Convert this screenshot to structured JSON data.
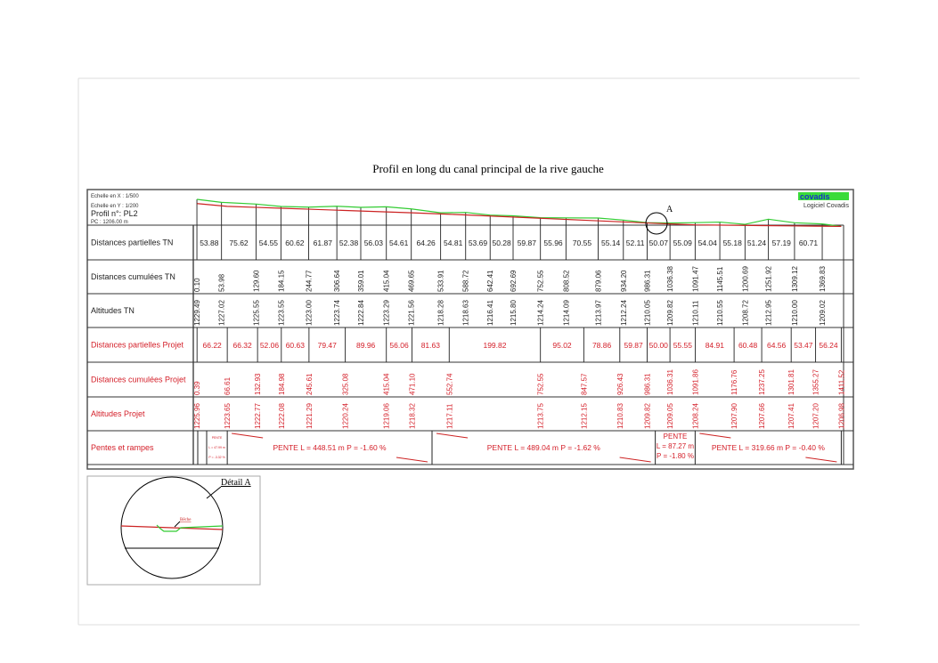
{
  "title": "Profil en long du canal principal de la rive gauche",
  "header": {
    "scale_x": "Echelle en X : 1/500",
    "scale_y": "Echelle en Y : 1/200",
    "profile": "Profil n°: PL2",
    "pc": "PC : 1206.00 m",
    "logo": "covadis",
    "software": "Logiciel Covadis",
    "detail_marker": "A"
  },
  "row_labels": {
    "dist_part_tn": "Distances partielles TN",
    "dist_cum_tn": "Distances cumulées TN",
    "alt_tn": "Altitudes TN",
    "dist_part_projet": "Distances partielles Projet",
    "dist_cum_projet": "Distances cumulées Projet",
    "alt_projet": "Altitudes Projet",
    "pentes": "Pentes et rampes"
  },
  "tn": {
    "partials": [
      "53.88",
      "75.62",
      "54.55",
      "60.62",
      "61.87",
      "52.38",
      "56.03",
      "54.61",
      "64.26",
      "54.81",
      "53.69",
      "50.28",
      "59.87",
      "55.96",
      "70.55",
      "55.14",
      "52.11",
      "50.07",
      "55.09",
      "54.04",
      "55.18",
      "51.24",
      "57.19",
      "60.71"
    ],
    "cumulative": [
      "0.10",
      "53.98",
      "129.60",
      "184.15",
      "244.77",
      "306.64",
      "359.01",
      "415.04",
      "469.65",
      "533.91",
      "588.72",
      "642.41",
      "692.69",
      "752.55",
      "808.52",
      "879.06",
      "934.20",
      "986.31",
      "1036.38",
      "1091.47",
      "1145.51",
      "1200.69",
      "1251.92",
      "1309.12",
      "1369.83"
    ],
    "altitudes": [
      "1229.49",
      "1227.02",
      "1225.55",
      "1223.55",
      "1223.00",
      "1223.74",
      "1222.84",
      "1223.29",
      "1221.56",
      "1218.28",
      "1218.63",
      "1216.41",
      "1215.80",
      "1214.24",
      "1214.09",
      "1213.97",
      "1212.24",
      "1210.05",
      "1209.82",
      "1210.11",
      "1210.55",
      "1208.72",
      "1212.95",
      "1210.00",
      "1209.02"
    ]
  },
  "projet": {
    "partials": [
      "66.22",
      "66.32",
      "52.06",
      "60.63",
      "79.47",
      "89.96",
      "56.06",
      "81.63",
      "199.82",
      "95.02",
      "78.86",
      "59.87",
      "50.00",
      "55.55",
      "84.91",
      "60.48",
      "64.56",
      "53.47",
      "56.24"
    ],
    "cumulative": [
      "0.39",
      "66.61",
      "132.93",
      "184.98",
      "245.61",
      "325.08",
      "415.04",
      "471.10",
      "552.74",
      "752.55",
      "847.57",
      "926.43",
      "986.31",
      "1036.31",
      "1091.86",
      "1176.76",
      "1237.25",
      "1301.81",
      "1355.27",
      "1411.52"
    ],
    "altitudes": [
      "1225.96",
      "1223.65",
      "1222.77",
      "1222.08",
      "1221.29",
      "1220.24",
      "1219.06",
      "1218.32",
      "1217.11",
      "1213.75",
      "1212.15",
      "1210.83",
      "1209.82",
      "1209.05",
      "1208.24",
      "1207.90",
      "1207.66",
      "1207.41",
      "1207.20",
      "1206.98"
    ]
  },
  "pentes": [
    {
      "from": 0.39,
      "to": 66.61,
      "lines": [
        "PENTE",
        "L = 47.99 m",
        "P = -3.32 %"
      ],
      "small": true
    },
    {
      "from": 66.61,
      "to": 515.12,
      "lines": [
        "PENTE  L = 448.51 m  P = -1.60  %"
      ]
    },
    {
      "from": 515.12,
      "to": 1004.16,
      "lines": [
        "PENTE  L = 489.04 m  P = -1.62  %"
      ]
    },
    {
      "from": 1004.16,
      "to": 1091.43,
      "lines": [
        "PENTE",
        "L = 87.27 m",
        "P = -1.80  %"
      ]
    },
    {
      "from": 1091.43,
      "to": 1411.52,
      "lines": [
        "PENTE  L = 319.66 m  P = -0.40  %"
      ]
    }
  ],
  "detail": {
    "title": "Détail A",
    "label": "Bêche"
  },
  "colors": {
    "tn": "#33cc33",
    "projet": "#cc2222",
    "text_red": "#d4202a"
  }
}
